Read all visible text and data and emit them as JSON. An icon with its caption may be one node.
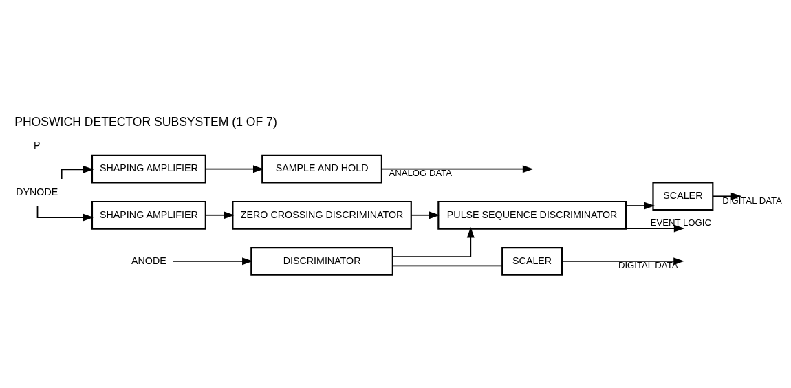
{
  "diagram": {
    "title": "PHOSWICH DETECTOR SUBSYSTEM (1 OF 7)",
    "nodes": [
      {
        "text": [
          "DYNODE"
        ]
      },
      {
        "text": [
          "SHAPING AMPLIFIER"
        ]
      },
      {
        "text": [
          "SAMPLE AND HOLD"
        ]
      },
      {
        "text": [
          "SHAPING AMPLIFIER"
        ]
      },
      {
        "text": [
          "ZERO CROSSING DISCRIMINATOR"
        ]
      },
      {
        "text": [
          "PULSE SEQUENCE DISCRIMINATOR"
        ]
      },
      {
        "text": [
          "SCALER"
        ]
      },
      {
        "text": [
          "ANODE"
        ]
      },
      {
        "text": [
          "DISCRIMINATOR"
        ]
      },
      {
        "text": [
          "SCALER"
        ]
      }
    ],
    "edges": [
      {
        "from": 0,
        "to": 1,
        "arrow": "to"
      },
      {
        "from": 0,
        "to": 3,
        "arrow": "to"
      },
      {
        "from": 1,
        "to": 2,
        "arrow": "to"
      },
      {
        "from": 2,
        "to": null,
        "arrow": "to",
        "label": "ANALOG DATA"
      },
      {
        "from": 3,
        "to": 4,
        "arrow": "to"
      },
      {
        "from": 4,
        "to": 5,
        "arrow": "to"
      },
      {
        "from": 8,
        "to": 5,
        "arrow": "to"
      },
      {
        "from": 5,
        "to": null,
        "arrow": "to",
        "label": "EVENT LOGIC"
      },
      {
        "from": 5,
        "to": 6,
        "arrow": "to"
      },
      {
        "from": 6,
        "to": null,
        "arrow": "to",
        "label": "DIGITAL DATA"
      },
      {
        "from": 7,
        "to": 8,
        "arrow": "to"
      },
      {
        "from": 8,
        "to": 9,
        "arrow": "none"
      },
      {
        "from": 9,
        "to": null,
        "arrow": "to",
        "label": "DIGITAL DATA"
      }
    ],
    "labels": [
      "P"
    ]
  }
}
